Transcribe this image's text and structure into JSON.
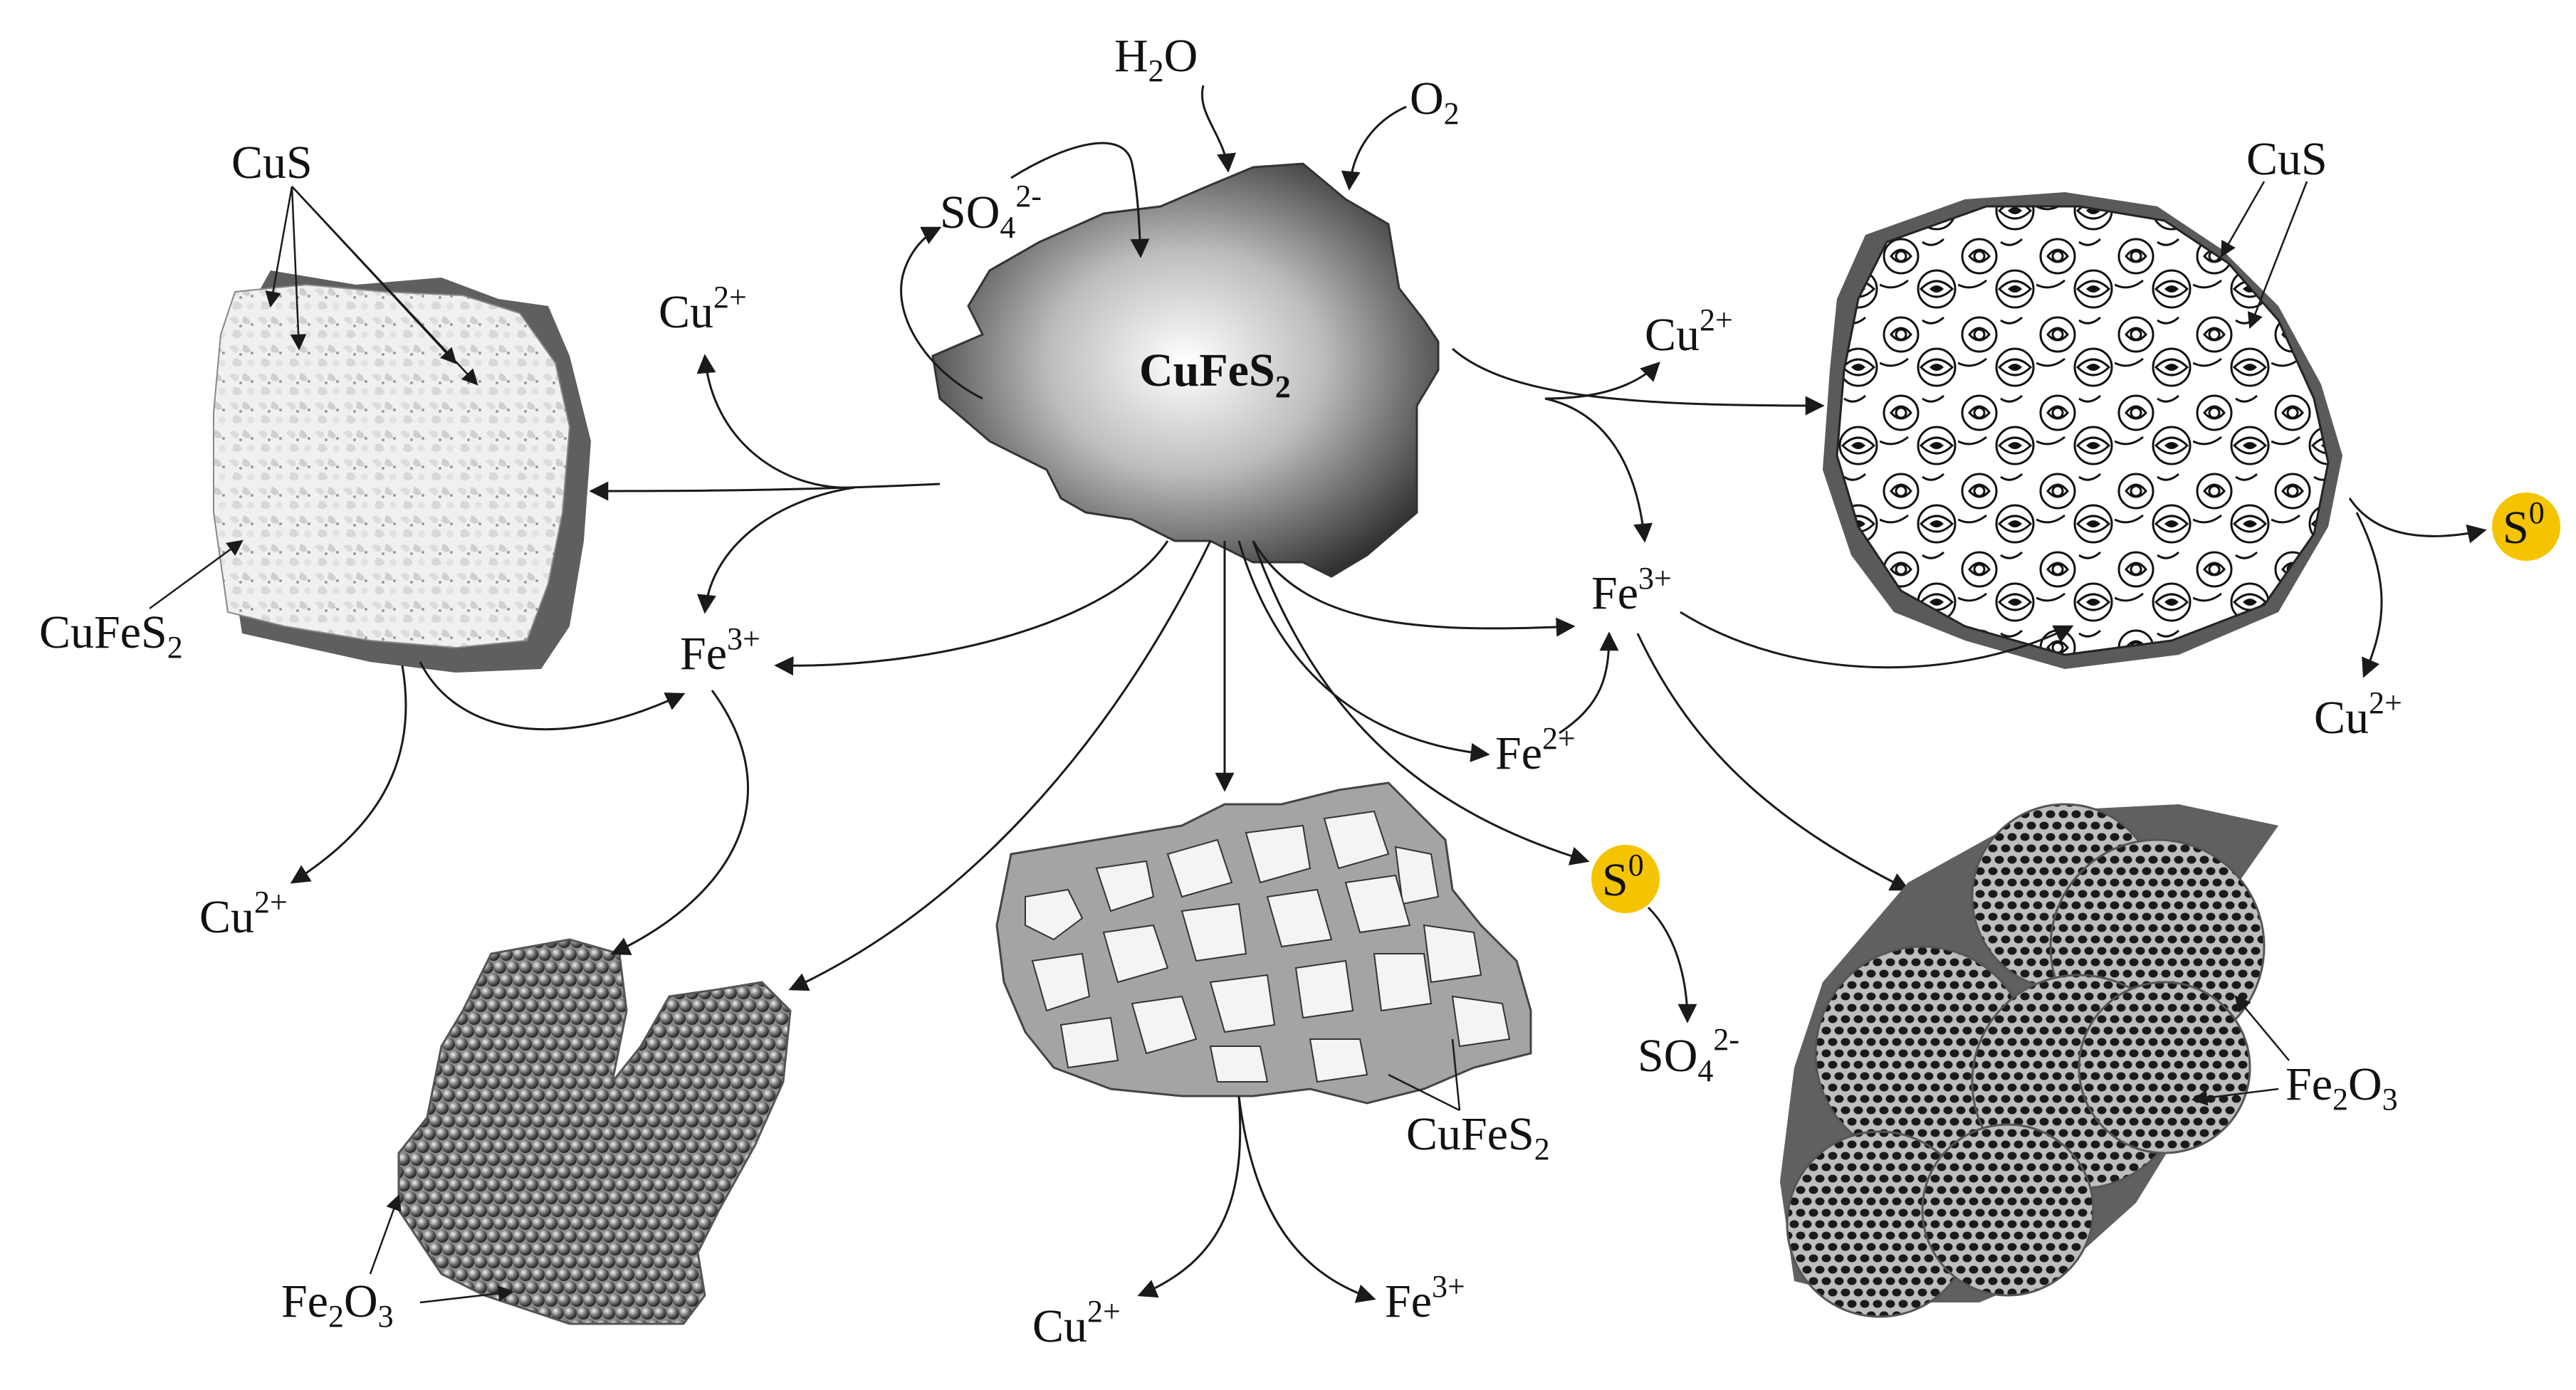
{
  "center": {
    "label": "CuFeS",
    "sub": "2"
  },
  "top": {
    "h2o": {
      "a": "H",
      "sub": "2",
      "b": "O"
    },
    "o2": {
      "a": "O",
      "sub": "2"
    },
    "so4": {
      "a": "SO",
      "sub": "4",
      "sup": "2-"
    }
  },
  "left_particle": {
    "cus": "CuS",
    "cufes2": {
      "a": "CuFeS",
      "sub": "2"
    },
    "cu_top": {
      "a": "Cu",
      "sup": "2+"
    },
    "fe": {
      "a": "Fe",
      "sup": "3+"
    },
    "cu_bottom": {
      "a": "Cu",
      "sup": "2+"
    }
  },
  "bottom_left_particle": {
    "fe2o3": {
      "a": "Fe",
      "sub1": "2",
      "b": "O",
      "sub2": "3"
    }
  },
  "bottom_center_particle": {
    "cufes2": {
      "a": "CuFeS",
      "sub": "2"
    },
    "cu": {
      "a": "Cu",
      "sup": "2+"
    },
    "fe": {
      "a": "Fe",
      "sup": "3+"
    }
  },
  "middle": {
    "fe2": {
      "a": "Fe",
      "sup": "2+"
    },
    "s0": {
      "a": "S",
      "sup": "0"
    },
    "so4": {
      "a": "SO",
      "sub": "4",
      "sup": "2-"
    }
  },
  "right": {
    "cu_top": {
      "a": "Cu",
      "sup": "2+"
    },
    "fe": {
      "a": "Fe",
      "sup": "3+"
    },
    "cus": "CuS",
    "s0": {
      "a": "S",
      "sup": "0"
    },
    "cu_bottom": {
      "a": "Cu",
      "sup": "2+"
    },
    "fe2o3": {
      "a": "Fe",
      "sub1": "2",
      "b": "O",
      "sub2": "3"
    }
  },
  "colors": {
    "s0_badge": "#f5c400",
    "particle_dark": "#5a5a5a",
    "particle_light": "#e6e6e6"
  }
}
